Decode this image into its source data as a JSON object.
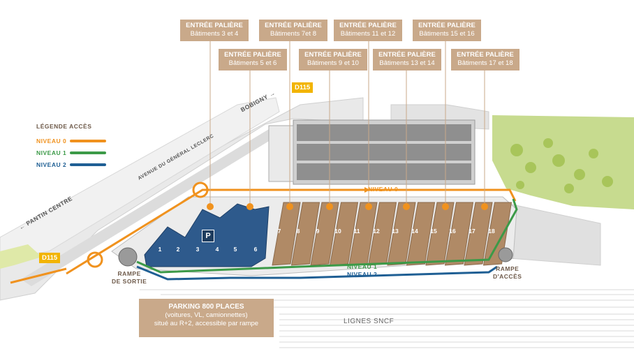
{
  "callouts_top": [
    {
      "t1": "ENTRÉE PALIÈRE",
      "t2": "Bâtiments 3 et 4"
    },
    {
      "t1": "ENTRÉE PALIÈRE",
      "t2": "Bâtiments 7et 8"
    },
    {
      "t1": "ENTRÉE PALIÈRE",
      "t2": "Bâtiments 11 et 12"
    },
    {
      "t1": "ENTRÉE PALIÈRE",
      "t2": "Bâtiments 15 et 16"
    }
  ],
  "callouts_second": [
    {
      "t1": "ENTRÉE PALIÈRE",
      "t2": "Bâtiments 5 et 6"
    },
    {
      "t1": "ENTRÉE PALIÈRE",
      "t2": "Bâtiments 9 et 10"
    },
    {
      "t1": "ENTRÉE PALIÈRE",
      "t2": "Bâtiments 13 et 14"
    },
    {
      "t1": "ENTRÉE PALIÈRE",
      "t2": "Bâtiments 17 et 18"
    }
  ],
  "legend": {
    "title": "LÉGENDE ACCÈS",
    "items": [
      {
        "label": "NIVEAU 0",
        "color": "#f0921e"
      },
      {
        "label": "NIVEAU 1",
        "color": "#3c9a48"
      },
      {
        "label": "NIVEAU 2",
        "color": "#1f5f94"
      }
    ]
  },
  "roads": {
    "d115": "D115",
    "bobigny": "BOBIGNY →",
    "avenue": "AVENUE DU GÉNÉRAL LECLERC",
    "pantin": "← PANTIN CENTRE"
  },
  "route_labels": {
    "n0": "NIVEAU 0",
    "n1": "NIVEAU 1",
    "n2": "NIVEAU 2"
  },
  "ramps": {
    "sortie": "RAMPE\nDE SORTIE",
    "acces": "RAMPE\nD'ACCÈS"
  },
  "parking": {
    "icon": "P",
    "h": "PARKING 800 PLACES",
    "l2": "(voitures, VL, camionnettes)",
    "l3": "situé au R+2, accessible par rampe"
  },
  "rail": "LIGNES SNCF",
  "buildings": [
    "1",
    "2",
    "3",
    "4",
    "5",
    "6",
    "7",
    "8",
    "9",
    "10",
    "11",
    "12",
    "13",
    "14",
    "15",
    "16",
    "17",
    "18"
  ],
  "colors": {
    "blue": "#2e5a8c",
    "tan": "#b08a66",
    "callout": "#c9a98a",
    "orange": "#f0921e",
    "green": "#3c9a48",
    "navy": "#1f5f94"
  }
}
